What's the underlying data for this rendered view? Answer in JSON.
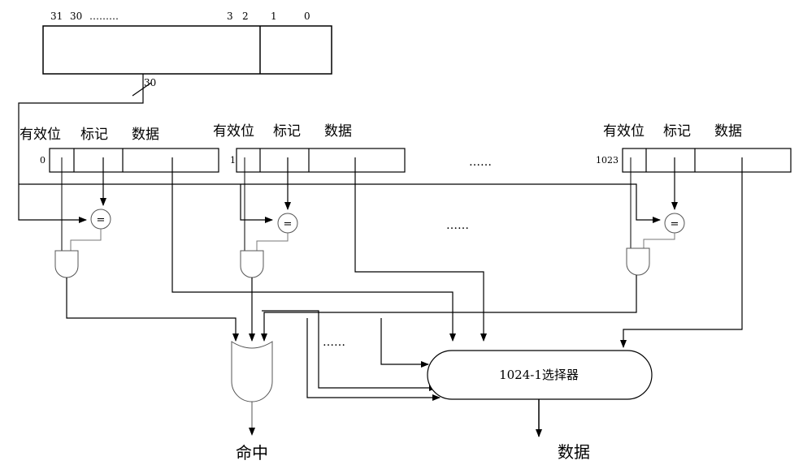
{
  "address_register": {
    "bit_labels": {
      "b31": "31",
      "b30": "30",
      "dots": "………",
      "b3": "3",
      "b2": "2",
      "b1": "1",
      "b0": "0"
    },
    "bus_width": "30"
  },
  "cache_lines": [
    {
      "index": "0",
      "valid_label": "有效位",
      "tag_label": "标记",
      "data_label": "数据"
    },
    {
      "index": "1",
      "valid_label": "有效位",
      "tag_label": "标记",
      "data_label": "数据"
    },
    {
      "index": "1023",
      "valid_label": "有效位",
      "tag_label": "标记",
      "data_label": "数据"
    }
  ],
  "ellipsis": "……",
  "comparator_symbol": "=",
  "mux_label": "1024-1选择器",
  "hit_label": "命中",
  "data_out_label": "数据"
}
